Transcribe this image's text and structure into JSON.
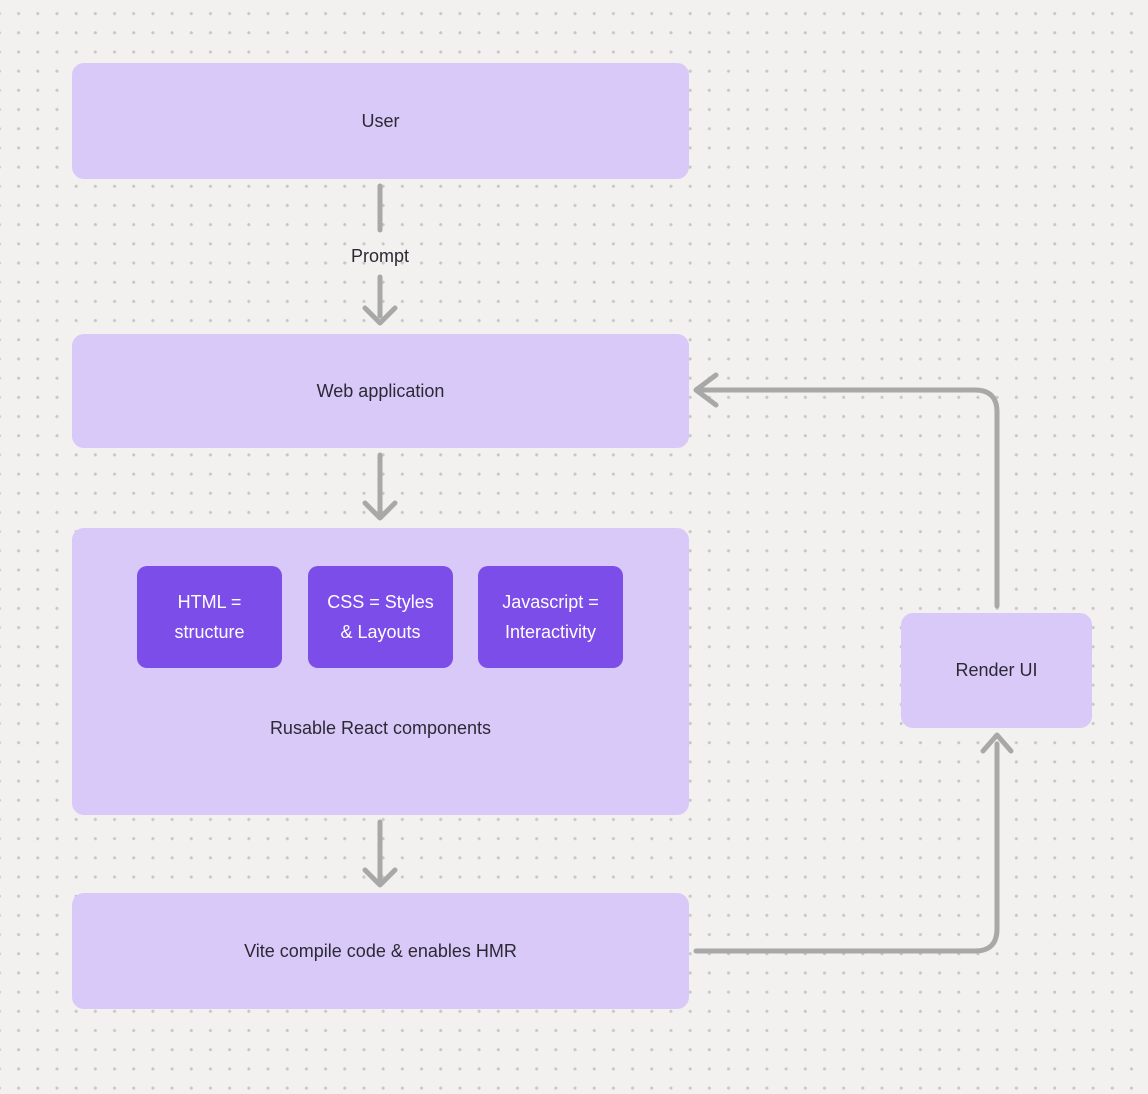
{
  "colors": {
    "background": "#f2f1ef",
    "dot": "#c9c6c3",
    "node_light": "#d9c9f8",
    "node_dark": "#7c4de8",
    "arrow": "#a8a8a8",
    "text_dark": "#2b2933",
    "text_light": "#ffffff"
  },
  "nodes": {
    "user": {
      "label": "User"
    },
    "web_application": {
      "label": "Web application"
    },
    "components": {
      "children": [
        {
          "label": "HTML = structure"
        },
        {
          "label": "CSS = Styles & Layouts"
        },
        {
          "label": "Javascript = Interactivity"
        }
      ],
      "caption": "Rusable React components"
    },
    "vite": {
      "label": "Vite compile code & enables HMR"
    },
    "render_ui": {
      "label": "Render UI"
    }
  },
  "edges": {
    "prompt_label": "Prompt"
  }
}
